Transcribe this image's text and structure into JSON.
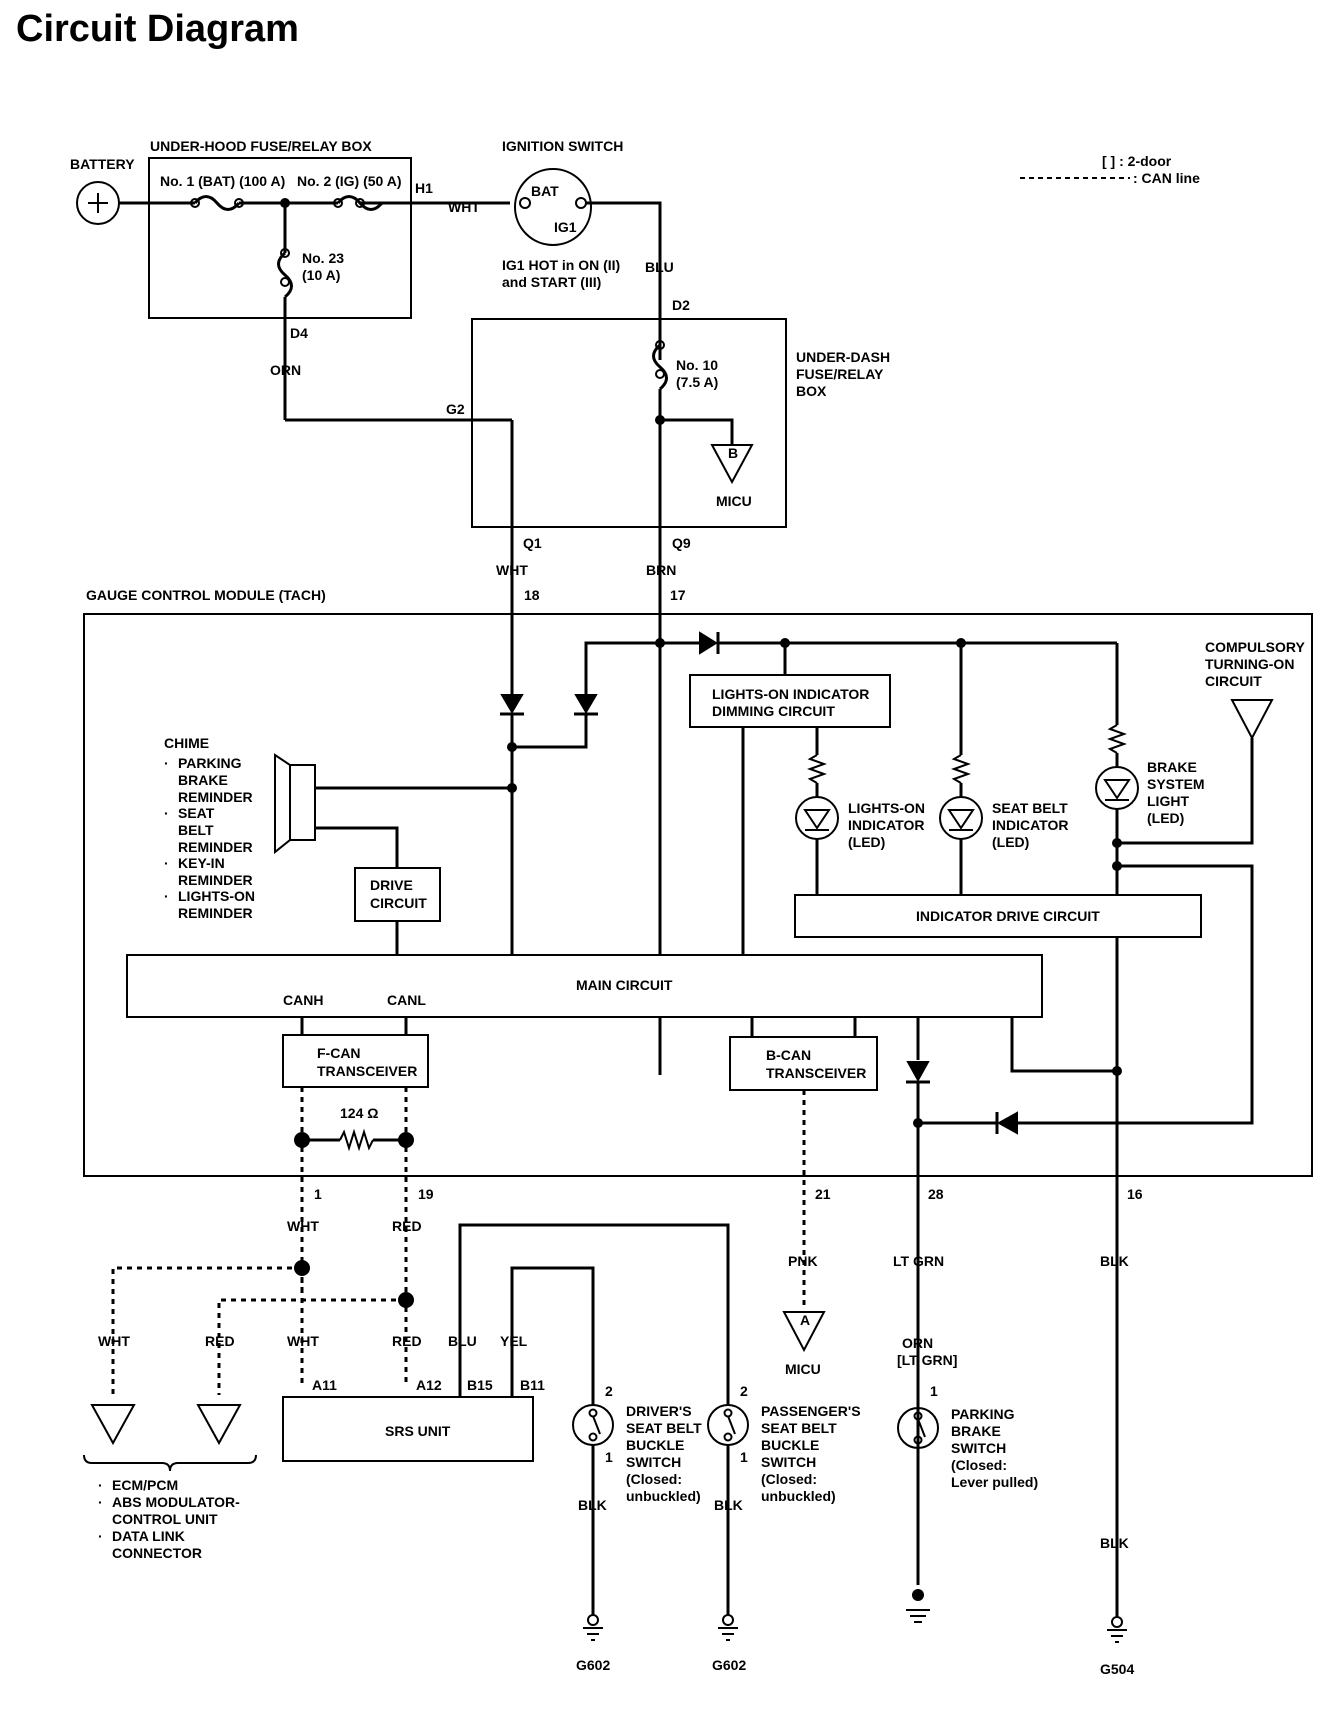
{
  "title": "Circuit Diagram",
  "legend": {
    "brackets": "[ ] : 2-door",
    "dashed": ": CAN line"
  },
  "labels": {
    "battery": "BATTERY",
    "underhood_box": "UNDER-HOOD FUSE/RELAY BOX",
    "fuse1": "No. 1 (BAT) (100 A)",
    "fuse2": "No. 2 (IG) (50 A)",
    "h1": "H1",
    "wht1": "WHT",
    "fuse23a": "No. 23",
    "fuse23b": "(10 A)",
    "d4": "D4",
    "orn1": "ORN",
    "ign_switch": "IGNITION SWITCH",
    "bat": "BAT",
    "ig1": "IG1",
    "ig1_note1": "IG1 HOT in ON (II)",
    "ig1_note2": "and START (III)",
    "blu1": "BLU",
    "d2": "D2",
    "underdash1": "UNDER-DASH",
    "underdash2": "FUSE/RELAY",
    "underdash3": "BOX",
    "fuse10a": "No. 10",
    "fuse10b": "(7.5 A)",
    "g2": "G2",
    "b": "B",
    "micu1": "MICU",
    "q1": "Q1",
    "q9": "Q9",
    "wht2": "WHT",
    "brn": "BRN",
    "gcm": "GAUGE CONTROL MODULE (TACH)",
    "pin18": "18",
    "pin17": "17",
    "compulsory1": "COMPULSORY",
    "compulsory2": "TURNING-ON",
    "compulsory3": "CIRCUIT",
    "lights_dim1": "LIGHTS-ON INDICATOR",
    "lights_dim2": "DIMMING CIRCUIT",
    "chime": "CHIME",
    "chime1": "PARKING",
    "chime1b": "BRAKE",
    "chime1c": "REMINDER",
    "chime2": "SEAT",
    "chime2b": "BELT",
    "chime2c": "REMINDER",
    "chime3": "KEY-IN",
    "chime3b": "REMINDER",
    "chime4": "LIGHTS-ON",
    "chime4b": "REMINDER",
    "drive1": "DRIVE",
    "drive2": "CIRCUIT",
    "lights_on1": "LIGHTS-ON",
    "lights_on2": "INDICATOR",
    "lights_on3": "(LED)",
    "seatbelt1": "SEAT BELT",
    "seatbelt2": "INDICATOR",
    "seatbelt3": "(LED)",
    "brake1": "BRAKE",
    "brake2": "SYSTEM",
    "brake3": "LIGHT",
    "brake4": "(LED)",
    "ind_drive": "INDICATOR DRIVE CIRCUIT",
    "main": "MAIN CIRCUIT",
    "canh": "CANH",
    "canl": "CANL",
    "fcan1": "F-CAN",
    "fcan2": "TRANSCEIVER",
    "bcan1": "B-CAN",
    "bcan2": "TRANSCEIVER",
    "res": "124 Ω",
    "pin1": "1",
    "pin19": "19",
    "pin21": "21",
    "pin28": "28",
    "pin16": "16",
    "wht3": "WHT",
    "red3": "RED",
    "pnk": "PNK",
    "ltgrn": "LT GRN",
    "blk1": "BLK",
    "wht4": "WHT",
    "red4": "RED",
    "wht5": "WHT",
    "red5": "RED",
    "blu2": "BLU",
    "yel": "YEL",
    "a11": "A11",
    "a12": "A12",
    "b15": "B15",
    "b11": "B11",
    "srs": "SRS UNIT",
    "a": "A",
    "micu2": "MICU",
    "orn2": "ORN",
    "ltgrn2": "[LT GRN]",
    "ecm1": "ECM/PCM",
    "ecm2": "ABS MODULATOR-",
    "ecm3": "CONTROL UNIT",
    "ecm4": "DATA LINK",
    "ecm5": "CONNECTOR",
    "dsb_pin2": "2",
    "dsb_pin1": "1",
    "dsb1": "DRIVER'S",
    "dsb2": "SEAT BELT",
    "dsb3": "BUCKLE",
    "dsb4": "SWITCH",
    "dsb5": "(Closed:",
    "dsb6": "unbuckled)",
    "psb_pin2": "2",
    "psb_pin1": "1",
    "psb1": "PASSENGER'S",
    "psb2": "SEAT BELT",
    "psb3": "BUCKLE",
    "psb4": "SWITCH",
    "psb5": "(Closed:",
    "psb6": "unbuckled)",
    "pb_pin1": "1",
    "pb1": "PARKING",
    "pb2": "BRAKE",
    "pb3": "SWITCH",
    "pb4": "(Closed:",
    "pb5": "Lever pulled)",
    "blk2": "BLK",
    "blk3": "BLK",
    "blk4": "BLK",
    "g602a": "G602",
    "g602b": "G602",
    "g504": "G504"
  }
}
